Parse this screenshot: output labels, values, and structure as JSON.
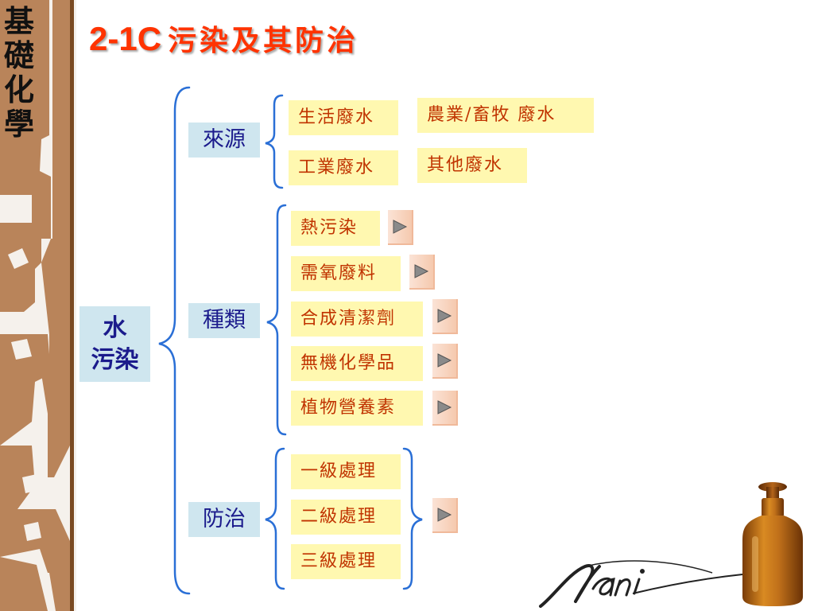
{
  "sidebar": {
    "chars": [
      "基",
      "礎",
      "化",
      "學"
    ]
  },
  "title": {
    "number": "2-1C",
    "text": "污染及其防治"
  },
  "root": {
    "line1": "水",
    "line2": "污染"
  },
  "categories": {
    "source": {
      "label": "來源",
      "items": [
        "生活廢水",
        "農業/畜牧 廢水",
        "工業廢水",
        "其他廢水"
      ]
    },
    "types": {
      "label": "種類",
      "items": [
        "熱污染",
        "需氧廢料",
        "合成清潔劑",
        "無機化學品",
        "植物營養素"
      ]
    },
    "treatment": {
      "label": "防治",
      "items": [
        "一級處理",
        "二級處理",
        "三級處理"
      ]
    }
  },
  "colors": {
    "title": "#ff3300",
    "category_bg": "#cfe6ef",
    "category_text": "#1b1b8c",
    "leaf_bg": "#fff8b0",
    "leaf_text": "#c03300",
    "brace": "#2a6fd6",
    "sidebar_brown": "#b9845a"
  },
  "icons": {
    "arrow": "play-triangle-icon",
    "logo": "vani-signature-logo",
    "bottle": "amber-bottle-image"
  }
}
